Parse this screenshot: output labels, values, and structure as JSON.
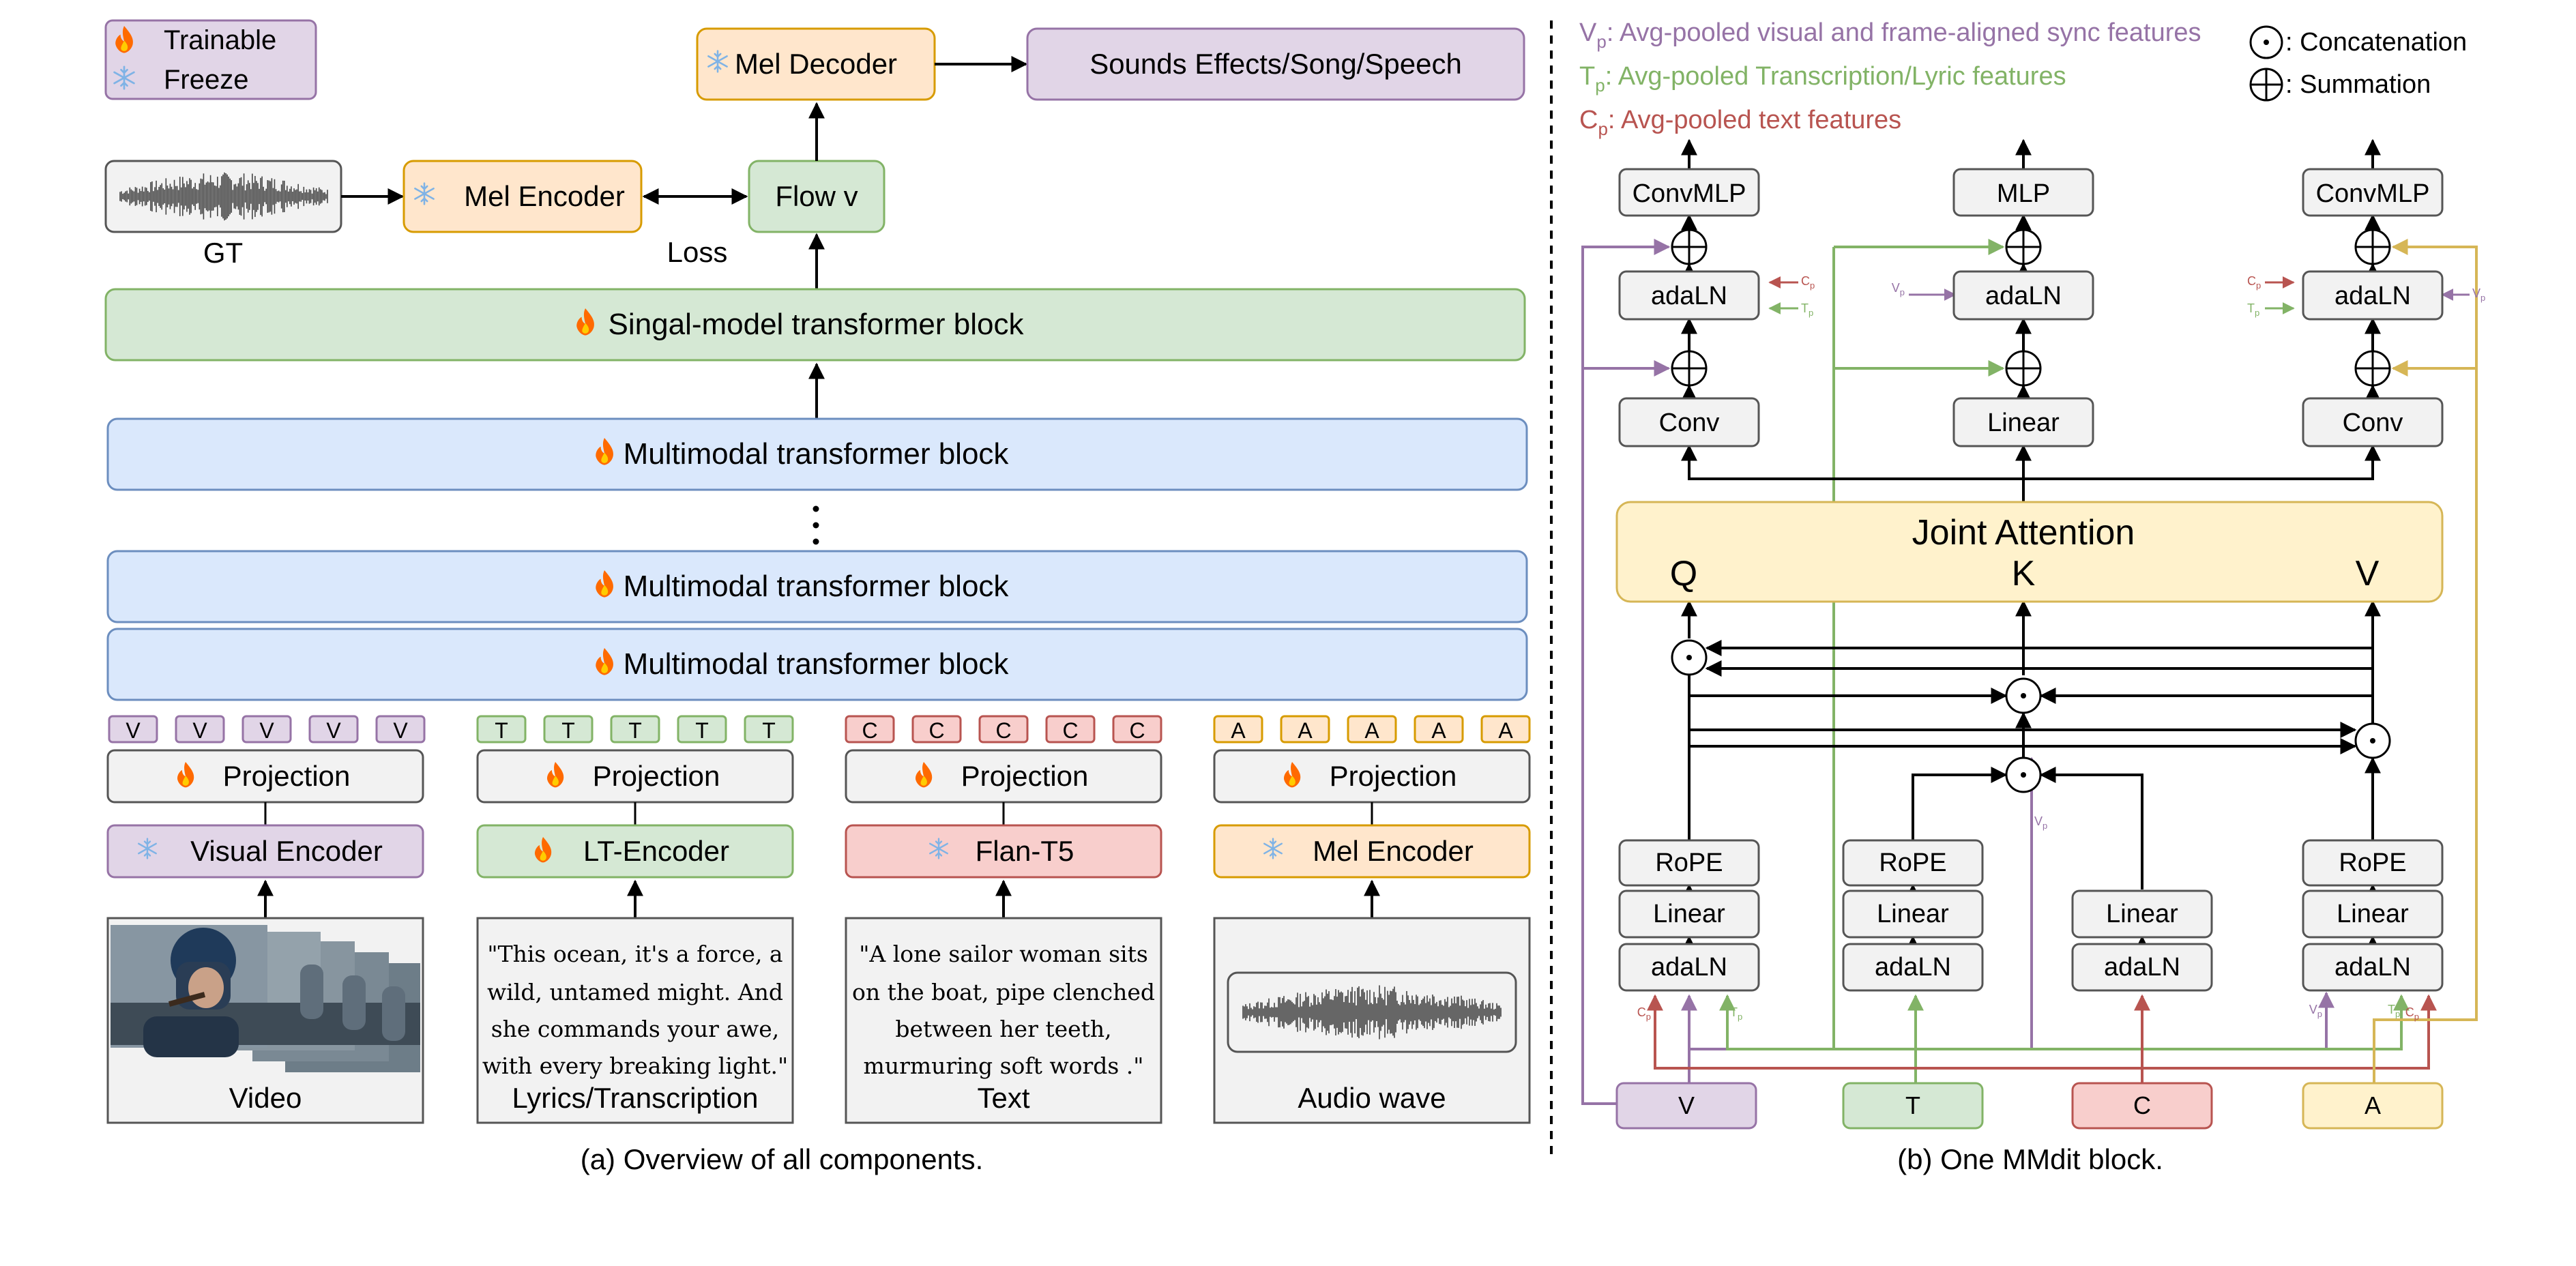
{
  "legend": {
    "trainable": "Trainable",
    "freeze": "Freeze",
    "trainable_icon": "fire-icon",
    "freeze_icon": "snowflake-icon"
  },
  "overview": {
    "caption": "(a) Overview of all components.",
    "mel_decoder": "Mel Decoder",
    "output": "Sounds Effects/Song/Speech",
    "gt_label": "GT",
    "mel_encoder_top": "Mel Encoder",
    "loss_label": "Loss",
    "flow_v": "Flow v",
    "single_block": "Singal-model transformer block",
    "mm_block": "Multimodal transformer block",
    "ellipsis": ".",
    "projection": "Projection",
    "tokens": {
      "video": "V",
      "text_lt": "T",
      "caption": "C",
      "audio": "A"
    },
    "encoders": {
      "visual": "Visual Encoder",
      "lt": "LT-Encoder",
      "flan": "Flan-T5",
      "mel": "Mel Encoder"
    },
    "inputs": {
      "video": "Video",
      "lyrics": "Lyrics/Transcription",
      "text": "Text",
      "audio": "Audio wave"
    },
    "lyrics_quote": [
      "\"This ocean, it's a force, a",
      "wild, untamed might. And",
      "she commands your awe,",
      "with every breaking light.\""
    ],
    "text_quote": [
      "\"A lone sailor woman sits",
      "on the boat, pipe clenched",
      "between her teeth,",
      "murmuring soft words .\""
    ]
  },
  "mmdit": {
    "caption": "(b) One MMdit block.",
    "defs": {
      "vp_sym": "V",
      "vp_text": ": Avg-pooled visual and frame-aligned sync features",
      "tp_sym": "T",
      "tp_text": ": Avg-pooled Transcription/Lyric features",
      "cp_sym": "C",
      "cp_text": ": Avg-pooled text features",
      "sub": "p"
    },
    "ops": {
      "concat": ": Concatenation",
      "sum": ": Summation"
    },
    "joint_attention": "Joint Attention",
    "q": "Q",
    "k": "K",
    "v": "V",
    "convmlp": "ConvMLP",
    "mlp": "MLP",
    "adaln": "adaLN",
    "conv": "Conv",
    "linear": "Linear",
    "rope": "RoPE",
    "inputs": {
      "v": "V",
      "t": "T",
      "c": "C",
      "a": "A"
    },
    "side_c": "C",
    "side_t": "T",
    "side_v": "V",
    "sub": "p"
  },
  "colors": {
    "purple_fill": "#e1d5e7",
    "purple": "#9673a6",
    "green_fill": "#d5e8d4",
    "green": "#82b366",
    "red_fill": "#f8cecc",
    "red": "#b85450",
    "orange_fill": "#ffe6cc",
    "orange": "#d79b00",
    "blue_fill": "#dae8fc",
    "blue": "#6c8ebf",
    "yellow_fill": "#fff2cc",
    "yellow": "#d6b656",
    "gray_fill": "#f2f2f2",
    "gray": "#555555"
  }
}
